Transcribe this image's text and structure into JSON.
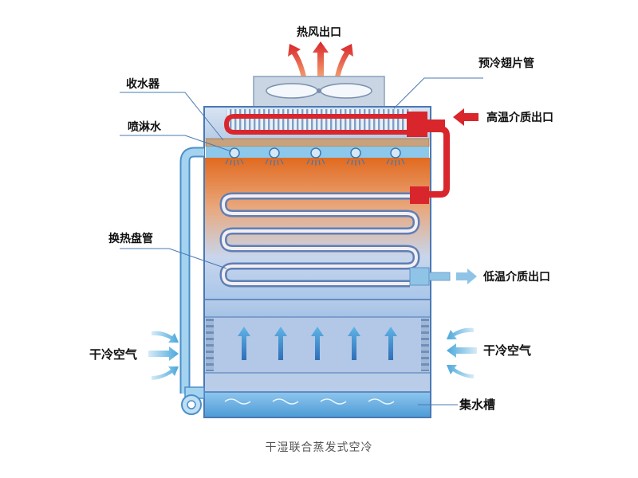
{
  "labels": {
    "hot_air_outlet": "热风出口",
    "precooling_fin_tube": "预冷翅片管",
    "water_collector": "收水器",
    "spray_water": "喷淋水",
    "high_temp_outlet": "高温介质出口",
    "heat_exchange_coil": "换热盘管",
    "low_temp_outlet": "低温介质出口",
    "dry_cold_air_left": "干冷空气",
    "dry_cold_air_right": "干冷空气",
    "sump": "集水槽"
  },
  "caption": "干湿联合蒸发式空冷",
  "colors": {
    "hot_pipe": "#d9262c",
    "cold_pipe": "#8fc4e6",
    "water_pipe": "#8cc8ec",
    "casing": "#4a78b4",
    "arrow_hot": "#e24b3b",
    "arrow_air": "#6ab8e0",
    "basin": "#6db3e2"
  },
  "icons": [
    "fan-icon",
    "nozzle-icon",
    "arrow-up-icon",
    "arrow-left-icon",
    "arrow-right-icon",
    "wave-icon"
  ]
}
